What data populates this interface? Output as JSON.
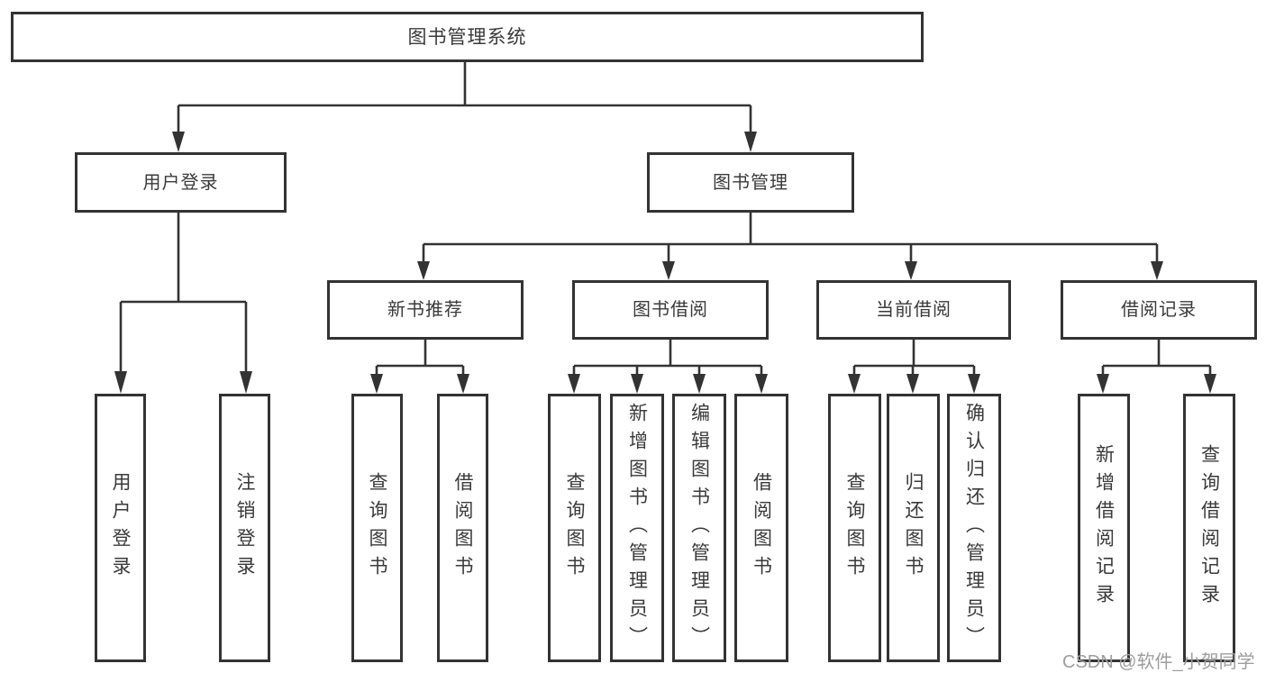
{
  "diagram": {
    "title_node": {
      "label": "图书管理系统"
    },
    "level2": [
      {
        "label": "用户登录"
      },
      {
        "label": "图书管理"
      }
    ],
    "level3": [
      {
        "label": "新书推荐"
      },
      {
        "label": "图书借阅"
      },
      {
        "label": "当前借阅"
      },
      {
        "label": "借阅记录"
      }
    ],
    "leaves": [
      {
        "label": "用户登录",
        "parent": "用户登录"
      },
      {
        "label": "注销登录",
        "parent": "用户登录"
      },
      {
        "label": "查询图书",
        "parent": "新书推荐"
      },
      {
        "label": "借阅图书",
        "parent": "新书推荐"
      },
      {
        "label": "查询图书",
        "parent": "图书借阅"
      },
      {
        "label": "新增图书（管理员）",
        "parent": "图书借阅"
      },
      {
        "label": "编辑图书（管理员）",
        "parent": "图书借阅"
      },
      {
        "label": "借阅图书",
        "parent": "图书借阅"
      },
      {
        "label": "查询图书",
        "parent": "当前借阅"
      },
      {
        "label": "归还图书",
        "parent": "当前借阅"
      },
      {
        "label": "确认归还（管理员）",
        "parent": "当前借阅"
      },
      {
        "label": "新增借阅记录",
        "parent": "借阅记录"
      },
      {
        "label": "查询借阅记录",
        "parent": "借阅记录"
      }
    ],
    "watermark": "CSDN @软件_小贺同学",
    "colors": {
      "line": "#333333",
      "border": "#333333",
      "text": "#3a3a3a",
      "box_bg": "#ffffff",
      "watermark": "#9e9e9e"
    }
  }
}
